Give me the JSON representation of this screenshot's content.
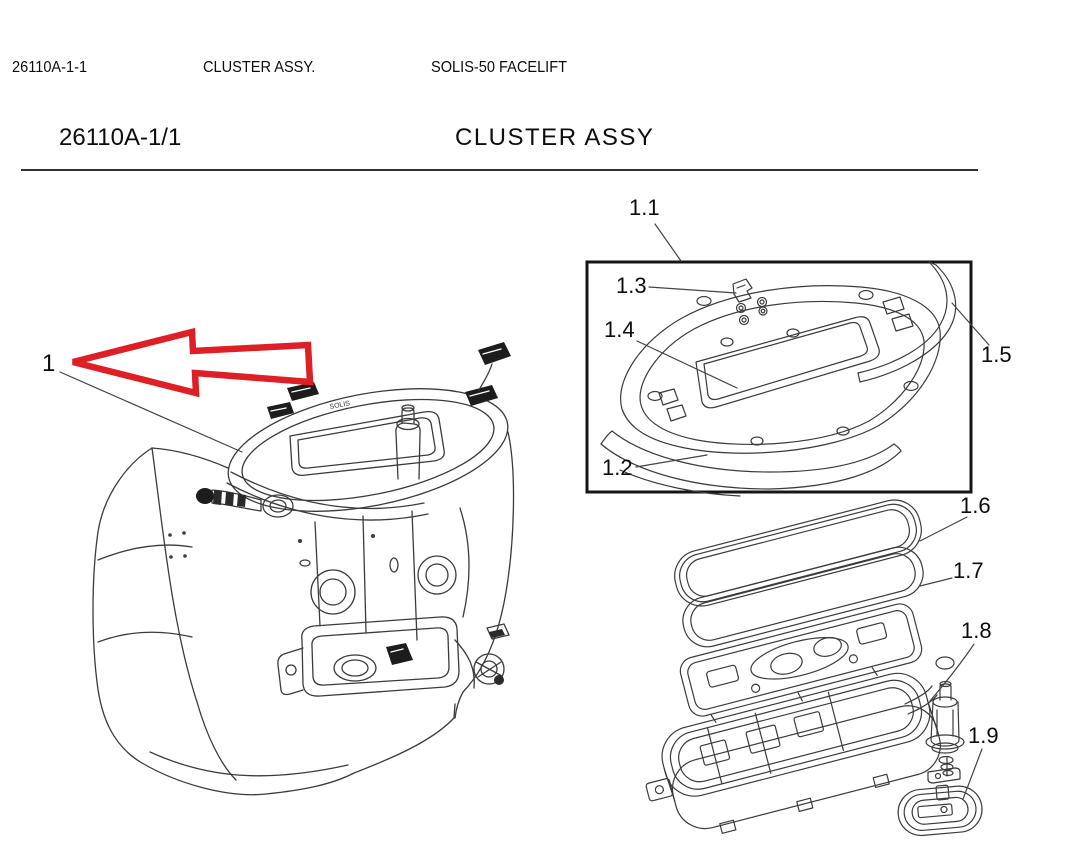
{
  "header": {
    "doc_code": "26110A-1-1",
    "doc_title": "CLUSTER ASSY.",
    "model": "SOLIS-50 FACELIFT"
  },
  "section": {
    "code": "26110A-1/1",
    "title": "CLUSTER ASSY"
  },
  "diagram": {
    "console_badge": "SOLIS",
    "arrow_color": "#de2026",
    "line_color": "#3b3b3b",
    "box_border_color": "#151515",
    "callouts": {
      "c1": {
        "label": "1"
      },
      "c1_1": {
        "label": "1.1"
      },
      "c1_2": {
        "label": "1.2"
      },
      "c1_3": {
        "label": "1.3"
      },
      "c1_4": {
        "label": "1.4"
      },
      "c1_5": {
        "label": "1.5"
      },
      "c1_6": {
        "label": "1.6"
      },
      "c1_7": {
        "label": "1.7"
      },
      "c1_8": {
        "label": "1.8"
      },
      "c1_9": {
        "label": "1.9"
      }
    }
  }
}
